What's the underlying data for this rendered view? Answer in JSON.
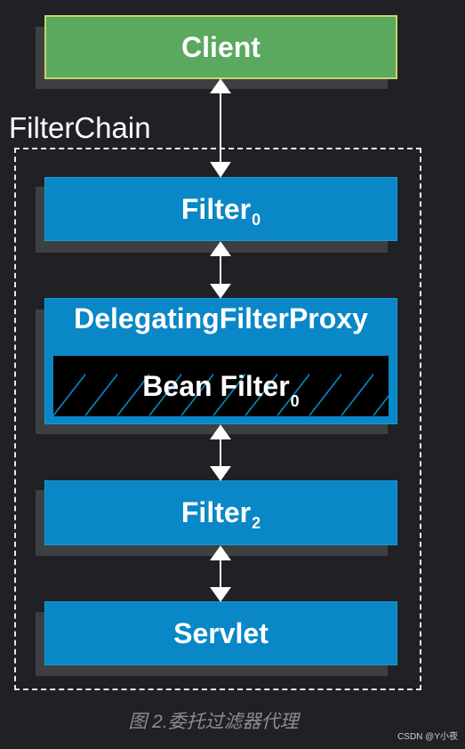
{
  "client": {
    "label": "Client"
  },
  "chain": {
    "label": "FilterChain"
  },
  "filter0": {
    "label": "Filter",
    "sub": "0"
  },
  "proxy": {
    "label": "DelegatingFilterProxy"
  },
  "bean": {
    "label": "Bean Filter",
    "sub": "0"
  },
  "filter2": {
    "label": "Filter",
    "sub": "2"
  },
  "servlet": {
    "label": "Servlet"
  },
  "caption": "图 2.委托过滤器代理",
  "watermark": "CSDN @Y小夜",
  "colors": {
    "background": "#1f2125",
    "client": "#5ba85f",
    "filter": "#0a87c6",
    "shadow": "#3e3f42"
  }
}
